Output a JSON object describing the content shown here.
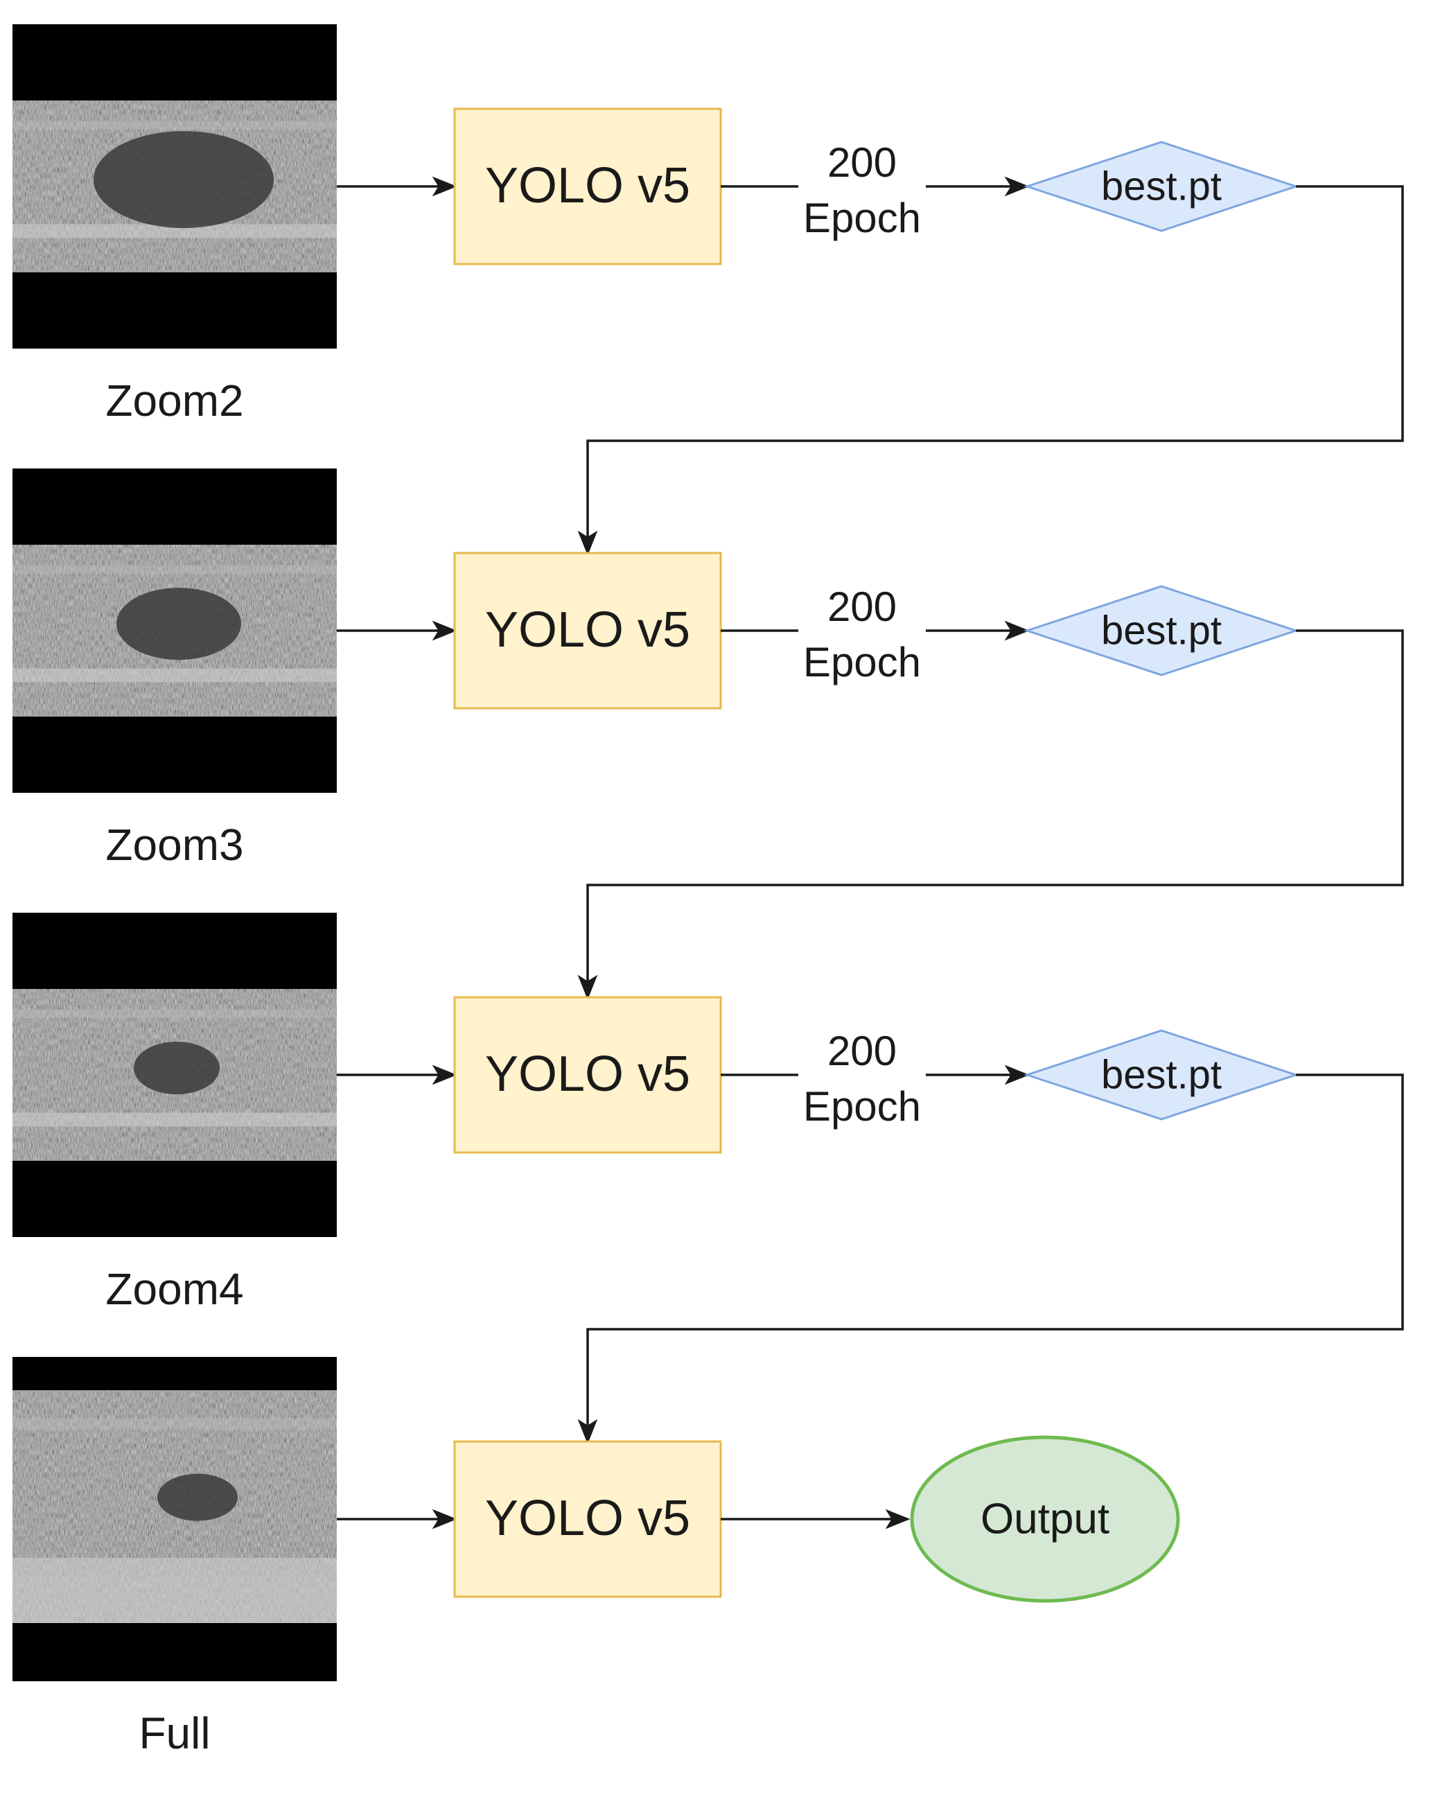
{
  "stages": [
    {
      "image_label": "Zoom2",
      "model_label": "YOLO v5",
      "epoch_value": "200",
      "epoch_unit": "Epoch",
      "weights_label": "best.pt"
    },
    {
      "image_label": "Zoom3",
      "model_label": "YOLO v5",
      "epoch_value": "200",
      "epoch_unit": "Epoch",
      "weights_label": "best.pt"
    },
    {
      "image_label": "Zoom4",
      "model_label": "YOLO v5",
      "epoch_value": "200",
      "epoch_unit": "Epoch",
      "weights_label": "best.pt"
    },
    {
      "image_label": "Full",
      "model_label": "YOLO v5"
    }
  ],
  "output_label": "Output",
  "colors": {
    "model_fill": "#fff2cc",
    "model_stroke": "#e6b94f",
    "weights_fill": "#dae8fc",
    "weights_stroke": "#7ea6e0",
    "output_fill": "#d5e8d4",
    "output_stroke": "#6dbb4f",
    "line": "#1a1a1a"
  }
}
